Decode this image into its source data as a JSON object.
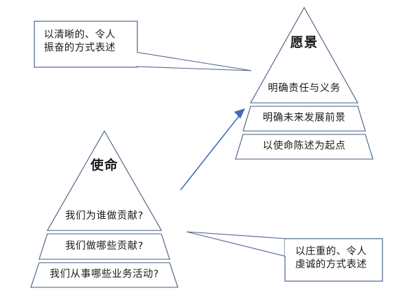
{
  "diagram": {
    "title_vision": "愿景",
    "title_mission": "使命",
    "vision_pyramid": {
      "name": "愿景",
      "tiers": [
        {
          "label": "明确责任与义务"
        },
        {
          "label": "明确未来发展前景"
        },
        {
          "label": "以使命陈述为起点"
        }
      ]
    },
    "mission_pyramid": {
      "name": "使命",
      "tiers": [
        {
          "label": "我们为谁做贡献?"
        },
        {
          "label": "我们做哪些贡献?"
        },
        {
          "label": "我们从事哪些业务活动?"
        }
      ]
    },
    "callouts": [
      {
        "id": "vision-callout",
        "text": "以清晰的、令人\n振奋的方式表述"
      },
      {
        "id": "mission-callout",
        "text": "以庄重的、令人\n虔诚的方式表述"
      }
    ],
    "colors": {
      "outline": "#41597f",
      "callout_outline": "#4a628c",
      "arrow": "#3f6cb4",
      "text": "#1a1a1a",
      "background": "#ffffff"
    }
  }
}
